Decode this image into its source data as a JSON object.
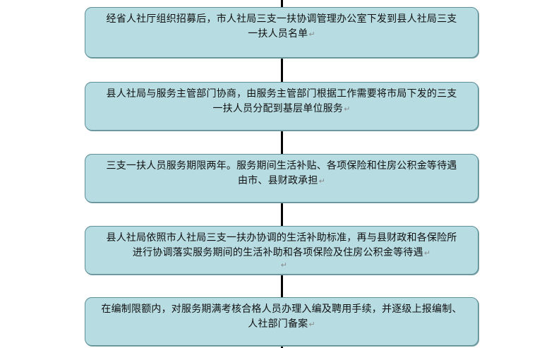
{
  "paragraph_mark": "↵",
  "steps": [
    {
      "line1": "经省人社厅组织招募后，市人社局三支一扶协调管理办公室下发到县人社局三支",
      "line2": "一扶人员名单"
    },
    {
      "line1": "县人社局与服务主管部门协商，由服务主管部门根据工作需要将市局下发的三支",
      "line2": "一扶人员分配到基层单位服务"
    },
    {
      "line1": "三支一扶人员服务期限两年。服务期间生活补贴、各项保险和住房公积金等待遇",
      "line2": "由市、县财政承担"
    },
    {
      "line1": "县人社局依照市人社局三支一扶办协调的生活补助标准，再与县财政和各保险所",
      "line2": "进行协调落实服务期间的生活补助和各项保险及住房公积金等待遇"
    },
    {
      "line1": "在编制限额内，对服务期满考核合格人员办理入编及聘用手续，并逐级上报编制、",
      "line2": "人社部门备案"
    }
  ]
}
